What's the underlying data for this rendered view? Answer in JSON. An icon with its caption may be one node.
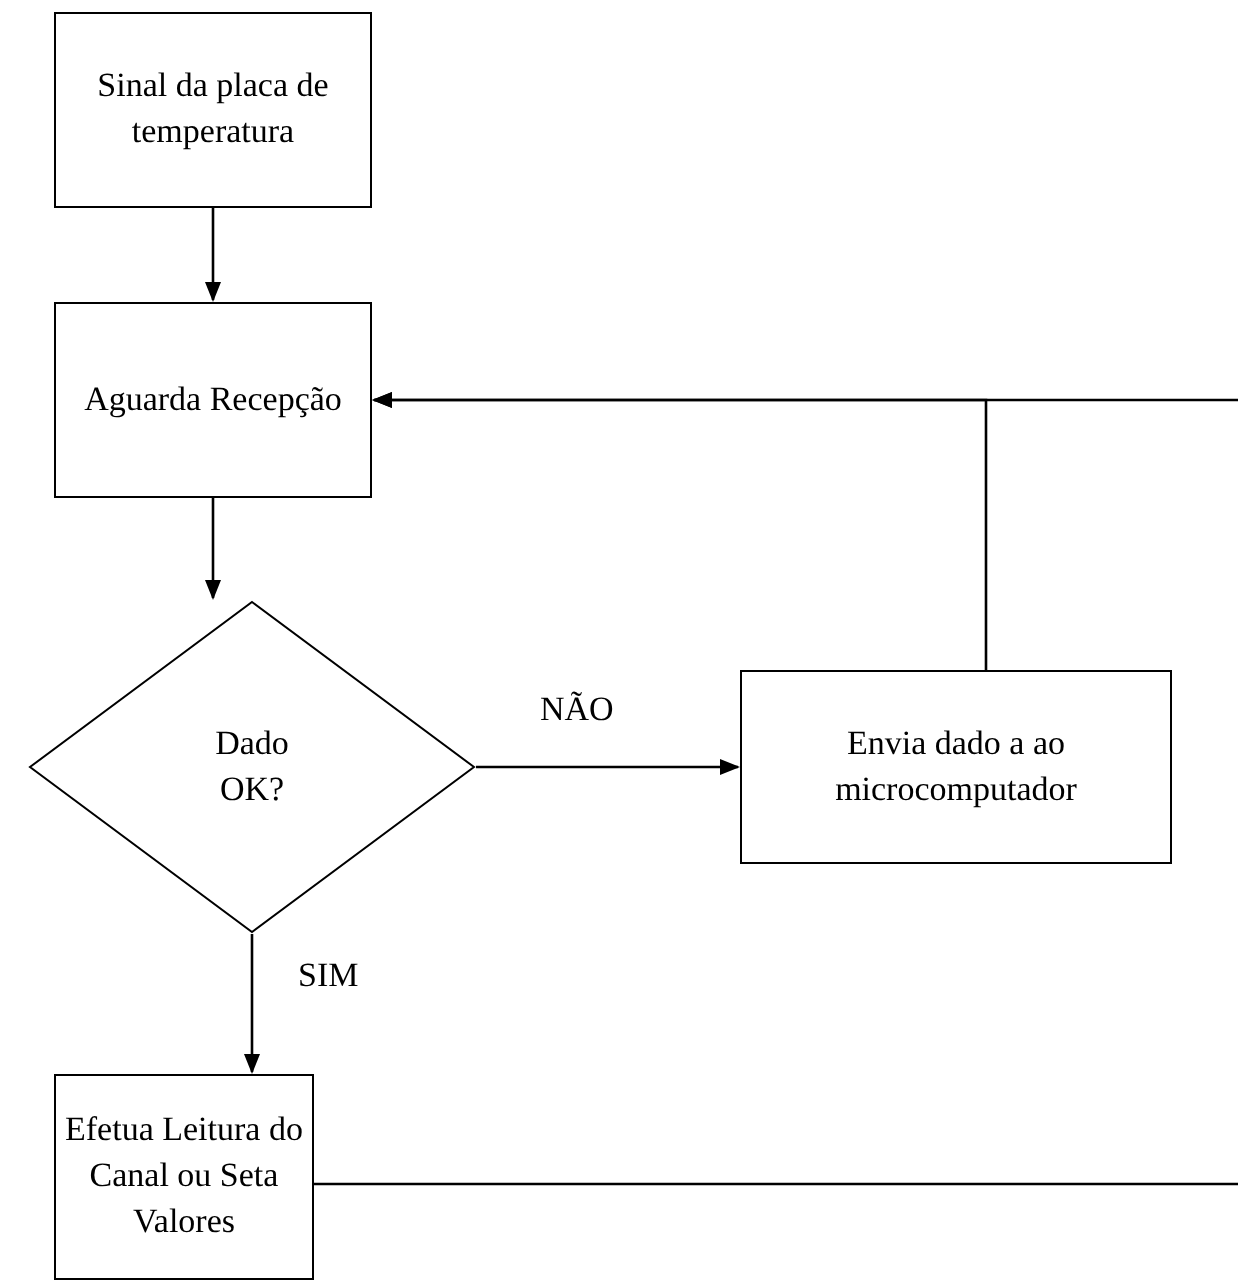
{
  "diagram": {
    "nodes": [
      {
        "text": [
          "Sinal da placa de temperatura"
        ]
      },
      {
        "text": [
          "Aguarda Recepção"
        ]
      },
      {
        "text": [
          "Dado OK?"
        ]
      },
      {
        "text": [
          "Envia dado a ao microcomputador"
        ]
      },
      {
        "text": [
          "Efetua Leitura do Canal ou Seta Valores"
        ]
      }
    ],
    "edges": [
      {
        "from": 0,
        "to": 1,
        "arrow": "to"
      },
      {
        "from": 1,
        "to": 2,
        "arrow": "to"
      },
      {
        "from": 2,
        "to": 3,
        "arrow": "to",
        "label": "NÃO"
      },
      {
        "from": 2,
        "to": 4,
        "arrow": "to",
        "label": "SIM"
      },
      {
        "from": 3,
        "to": 1,
        "arrow": "to"
      },
      {
        "from": null,
        "to": 1,
        "arrow": "to"
      },
      {
        "from": 4,
        "to": null,
        "arrow": "none"
      }
    ]
  }
}
